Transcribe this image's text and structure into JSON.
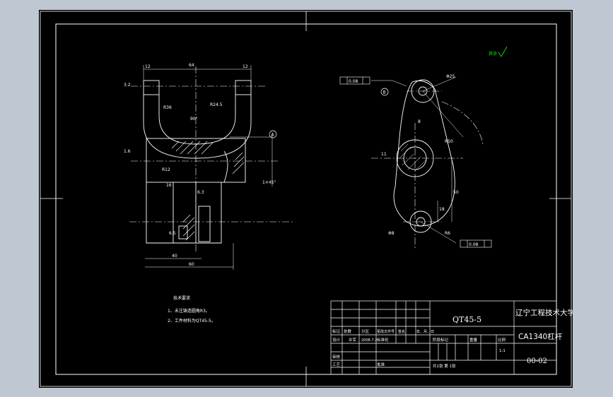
{
  "title_block": {
    "material": "QT45-5",
    "school": "辽宁工程技术大学",
    "part_name": "CA1340杠杆",
    "drawing_no": "00-02",
    "row_labels": [
      "标记",
      "处数",
      "分区",
      "更改文件号",
      "签名",
      "年、月、日"
    ],
    "designer_label": "设计",
    "designer_name": "许军",
    "date": "2008.7.2",
    "std_label": "标准化",
    "review_label": "审核",
    "process_label": "工艺",
    "approve_label": "批准",
    "stage_label": "阶段标记",
    "weight_label": "重量",
    "scale_label": "比例",
    "scale_value": "1:1",
    "sheet_text": "共1张  第  1张"
  },
  "tech_notes": {
    "heading": "技术要求",
    "items": [
      "1、未注铸造圆角R3。",
      "2、工件材料为QT45-5。"
    ]
  },
  "annotations": {
    "roughness_other": "其余",
    "datum_a": "A",
    "datum_b": "B",
    "dim_12_left": "12",
    "dim_12_right": "12",
    "dim_64": "64",
    "dim_90deg": "90°",
    "dim_r36": "R36",
    "dim_r24": "R24.5",
    "dim_16": "16",
    "dim_40": "40",
    "dim_60": "60",
    "dim_1x45": "1×45°",
    "dim_r12": "R12",
    "dim_r6": "R6",
    "dim_50": "50",
    "dim_18": "18",
    "dim_8": "8",
    "dim_11": "11",
    "fcf_left": "0.08",
    "fcf_right": "0.08",
    "dim_6_5": "6.5",
    "dim_6_3": "6.3",
    "dim_1_6": "1.6",
    "dim_3_2": "3.2",
    "dim_phi25": "Φ25",
    "dim_r50": "R50",
    "dim_phi8": "Φ8"
  },
  "colors": {
    "background": "#000000",
    "lines": "#ffffff",
    "roughness_mark": "#00ff00",
    "frame_bg": "#bfc7d2"
  }
}
